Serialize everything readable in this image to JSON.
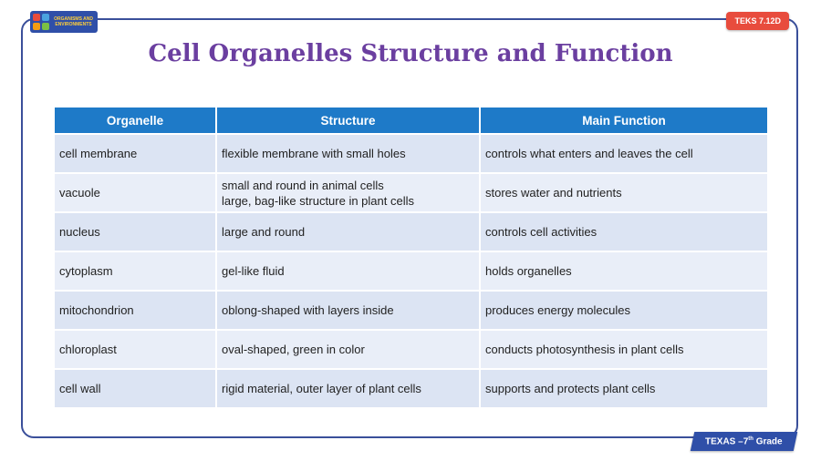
{
  "header": {
    "logo_text": "ORGANISMS AND ENVIRONMENTS",
    "logo_colors": [
      "#e84c3d",
      "#4aa3df",
      "#f39c12",
      "#7bc043"
    ],
    "badge": "TEKS 7.12D",
    "title": "Cell Organelles Structure and Function"
  },
  "table": {
    "headers": [
      "Organelle",
      "Structure",
      "Main Function"
    ],
    "rows": [
      {
        "organelle": "cell membrane",
        "structure": [
          "flexible membrane with small holes"
        ],
        "function": "controls what enters and leaves the cell"
      },
      {
        "organelle": "vacuole",
        "structure": [
          "small and round in animal cells",
          "large, bag-like structure in plant cells"
        ],
        "function": "stores water and nutrients"
      },
      {
        "organelle": "nucleus",
        "structure": [
          "large and round"
        ],
        "function": "controls cell activities"
      },
      {
        "organelle": "cytoplasm",
        "structure": [
          "gel-like fluid"
        ],
        "function": "holds organelles"
      },
      {
        "organelle": "mitochondrion",
        "structure": [
          "oblong-shaped with layers inside"
        ],
        "function": "produces energy molecules"
      },
      {
        "organelle": "chloroplast",
        "structure": [
          "oval-shaped, green in color"
        ],
        "function": "conducts photosynthesis in plant cells"
      },
      {
        "organelle": "cell wall",
        "structure": [
          "rigid material, outer layer of plant cells"
        ],
        "function": "supports and protects plant cells"
      }
    ]
  },
  "footer": {
    "state": "TEXAS",
    "grade_num": "7",
    "grade_suffix": "th",
    "grade_word": "Grade"
  }
}
